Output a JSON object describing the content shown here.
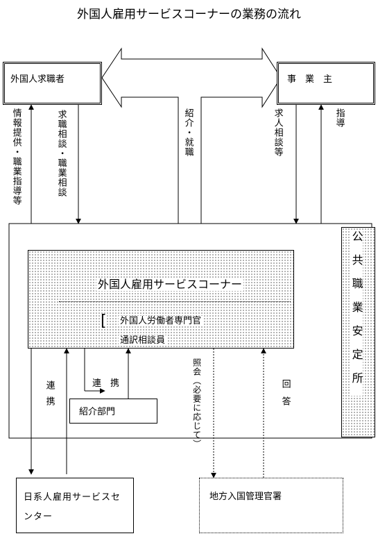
{
  "title": "外国人雇用サービスコーナーの業務の流れ",
  "job_seeker": "外国人求職者",
  "employer": "事　業　主",
  "labels": {
    "info_guidance": "情報提供・職業指導等",
    "job_consult": "求職相談・職業相談",
    "referral_employment": "紹介・就職",
    "job_offer_consult": "求人相談等",
    "guidance": "指導",
    "cooperation_left": "連携",
    "cooperation_inner": "連　携",
    "inquiry": "照会（必要に応じて）",
    "reply": "回答"
  },
  "office": {
    "name": "公共職業安定所",
    "corner_title": "外国人雇用サービスコーナー",
    "staff_1": "外国人労働者専門官",
    "staff_2": "通訳相談員",
    "referral_dept": "紹介部門"
  },
  "nikkei_center": "日系人雇用サービスセンター",
  "immigration": "地方入国管理官署"
}
